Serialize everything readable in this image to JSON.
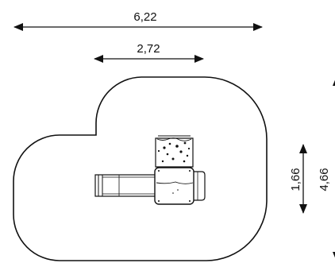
{
  "colors": {
    "line": "#111111",
    "background": "#ffffff"
  },
  "dimensions": {
    "overall_width": "6,22",
    "structure_width": "2,72",
    "structure_depth": "1,66",
    "overall_depth": "4,66"
  }
}
